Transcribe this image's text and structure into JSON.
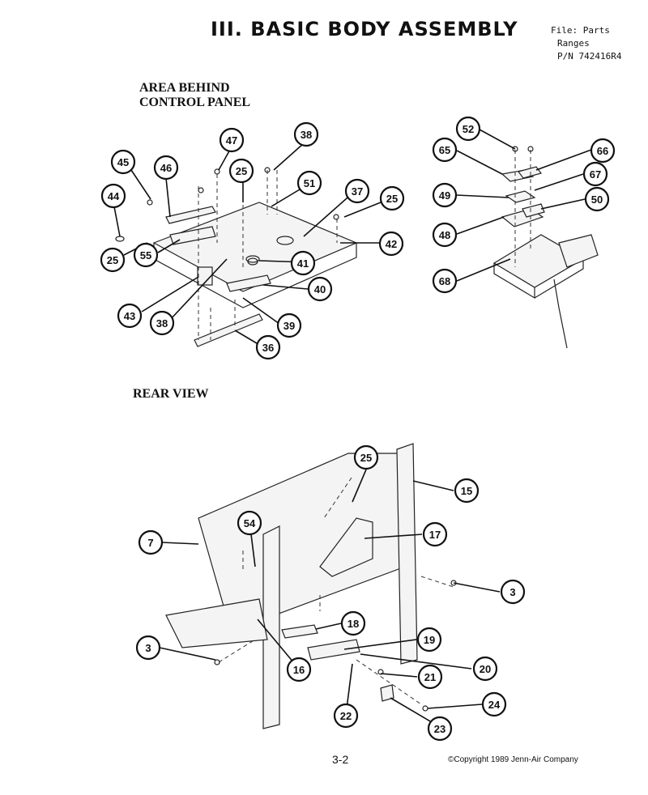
{
  "header": {
    "title": "III. BASIC BODY ASSEMBLY",
    "file_line": "File: Parts",
    "ranges_line": "Ranges",
    "pn_line": "P/N 742416R4"
  },
  "sections": {
    "area_behind_line1": "AREA BEHIND",
    "area_behind_line2": "CONTROL PANEL",
    "rear_view": "REAR VIEW"
  },
  "callouts": {
    "c44": "44",
    "c45": "45",
    "c46": "46",
    "c47": "47",
    "c25a": "25",
    "c38a": "38",
    "c51": "51",
    "c37": "37",
    "c25b": "25",
    "c42": "42",
    "c41": "41",
    "c40": "40",
    "c39": "39",
    "c36": "36",
    "c38b": "38",
    "c43": "43",
    "c55": "55",
    "c25c": "25",
    "c52": "52",
    "c65": "65",
    "c66": "66",
    "c67": "67",
    "c49": "49",
    "c50": "50",
    "c48": "48",
    "c68": "68",
    "c25d": "25",
    "c15": "15",
    "c7": "7",
    "c54": "54",
    "c17": "17",
    "c3a": "3",
    "c18": "18",
    "c19": "19",
    "c20": "20",
    "c21": "21",
    "c3b": "3",
    "c16": "16",
    "c22": "22",
    "c24": "24",
    "c23": "23"
  },
  "footer": {
    "page_number": "3-2",
    "copyright": "©Copyright 1989 Jenn-Air Company"
  }
}
